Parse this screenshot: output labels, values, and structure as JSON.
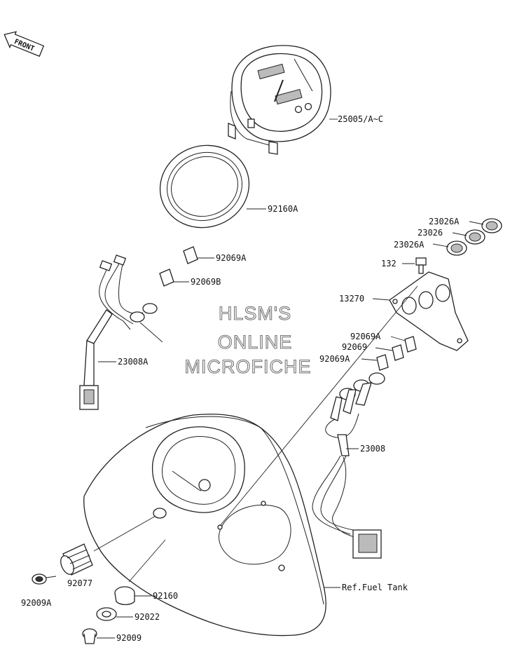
{
  "direction_badge": "FRONT",
  "watermark": [
    "HLSM'S",
    "ONLINE",
    "MICROFICHE"
  ],
  "callouts": {
    "meter_assembly": "25005/A~C",
    "meter_ring": "92160A",
    "bulb_socket_upper_a": "92069A",
    "bulb_socket_upper_b": "92069B",
    "meter_harness_left": "23008A",
    "indicator_lens_top": "23026A",
    "indicator_lens_mid": "23026",
    "indicator_lens_low": "23026A",
    "bolt_132": "132",
    "indicator_bracket": "13270",
    "bulb_socket_right_a_top": "92069A",
    "bulb_socket_right_mid": "92069",
    "bulb_socket_right_a_low": "92069A",
    "indicator_harness_right": "23008",
    "collar_92077": "92077",
    "screw_92009a": "92009A",
    "grommet_92160": "92160",
    "washer_92022": "92022",
    "bolt_92009": "92009",
    "fuel_tank_ref": "Ref.Fuel Tank"
  }
}
